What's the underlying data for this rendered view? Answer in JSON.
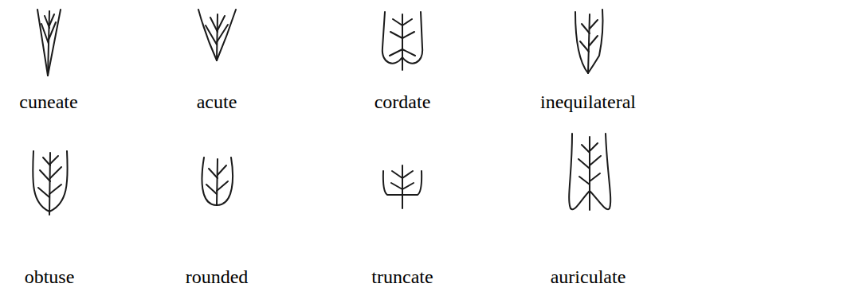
{
  "diagram": {
    "labels": [
      "cuneate",
      "acute",
      "cordate",
      "inequilateral",
      "obtuse",
      "rounded",
      "truncate",
      "auriculate"
    ]
  }
}
